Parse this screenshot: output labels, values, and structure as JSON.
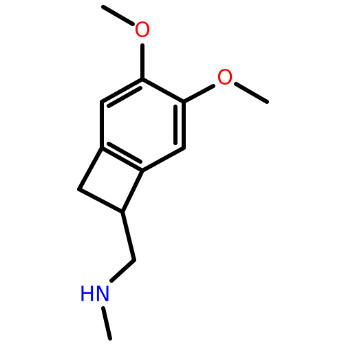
{
  "molecule": {
    "atoms": {
      "oxygen_top": {
        "symbol": "O",
        "color": "#ff0000"
      },
      "oxygen_right": {
        "symbol": "O",
        "color": "#ff0000"
      },
      "nitrogen": {
        "symbol": "HN",
        "color": "#0000ff"
      }
    },
    "colors": {
      "bond": "#000000",
      "background": "#ffffff"
    }
  }
}
